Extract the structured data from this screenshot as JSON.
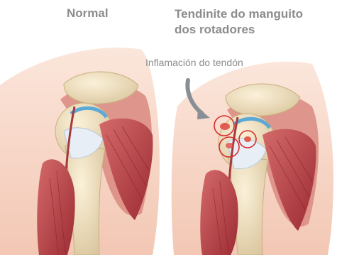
{
  "labels": {
    "normal": "Normal",
    "tendinitis_line1": "Tendinite do manguito",
    "tendinitis_line2": "dos rotadores",
    "callout": "Inflamación do tendón"
  },
  "colors": {
    "skin": "#f6d2c0",
    "bone": "#f0e2bf",
    "bone_shadow": "#d8c39a",
    "muscle": "#c2464b",
    "muscle_dark": "#9c2c33",
    "tendon": "#e8eef6",
    "cartilage": "#5aa9d6",
    "inflammation": "#d92b2b",
    "text": "#8c8c8c"
  }
}
